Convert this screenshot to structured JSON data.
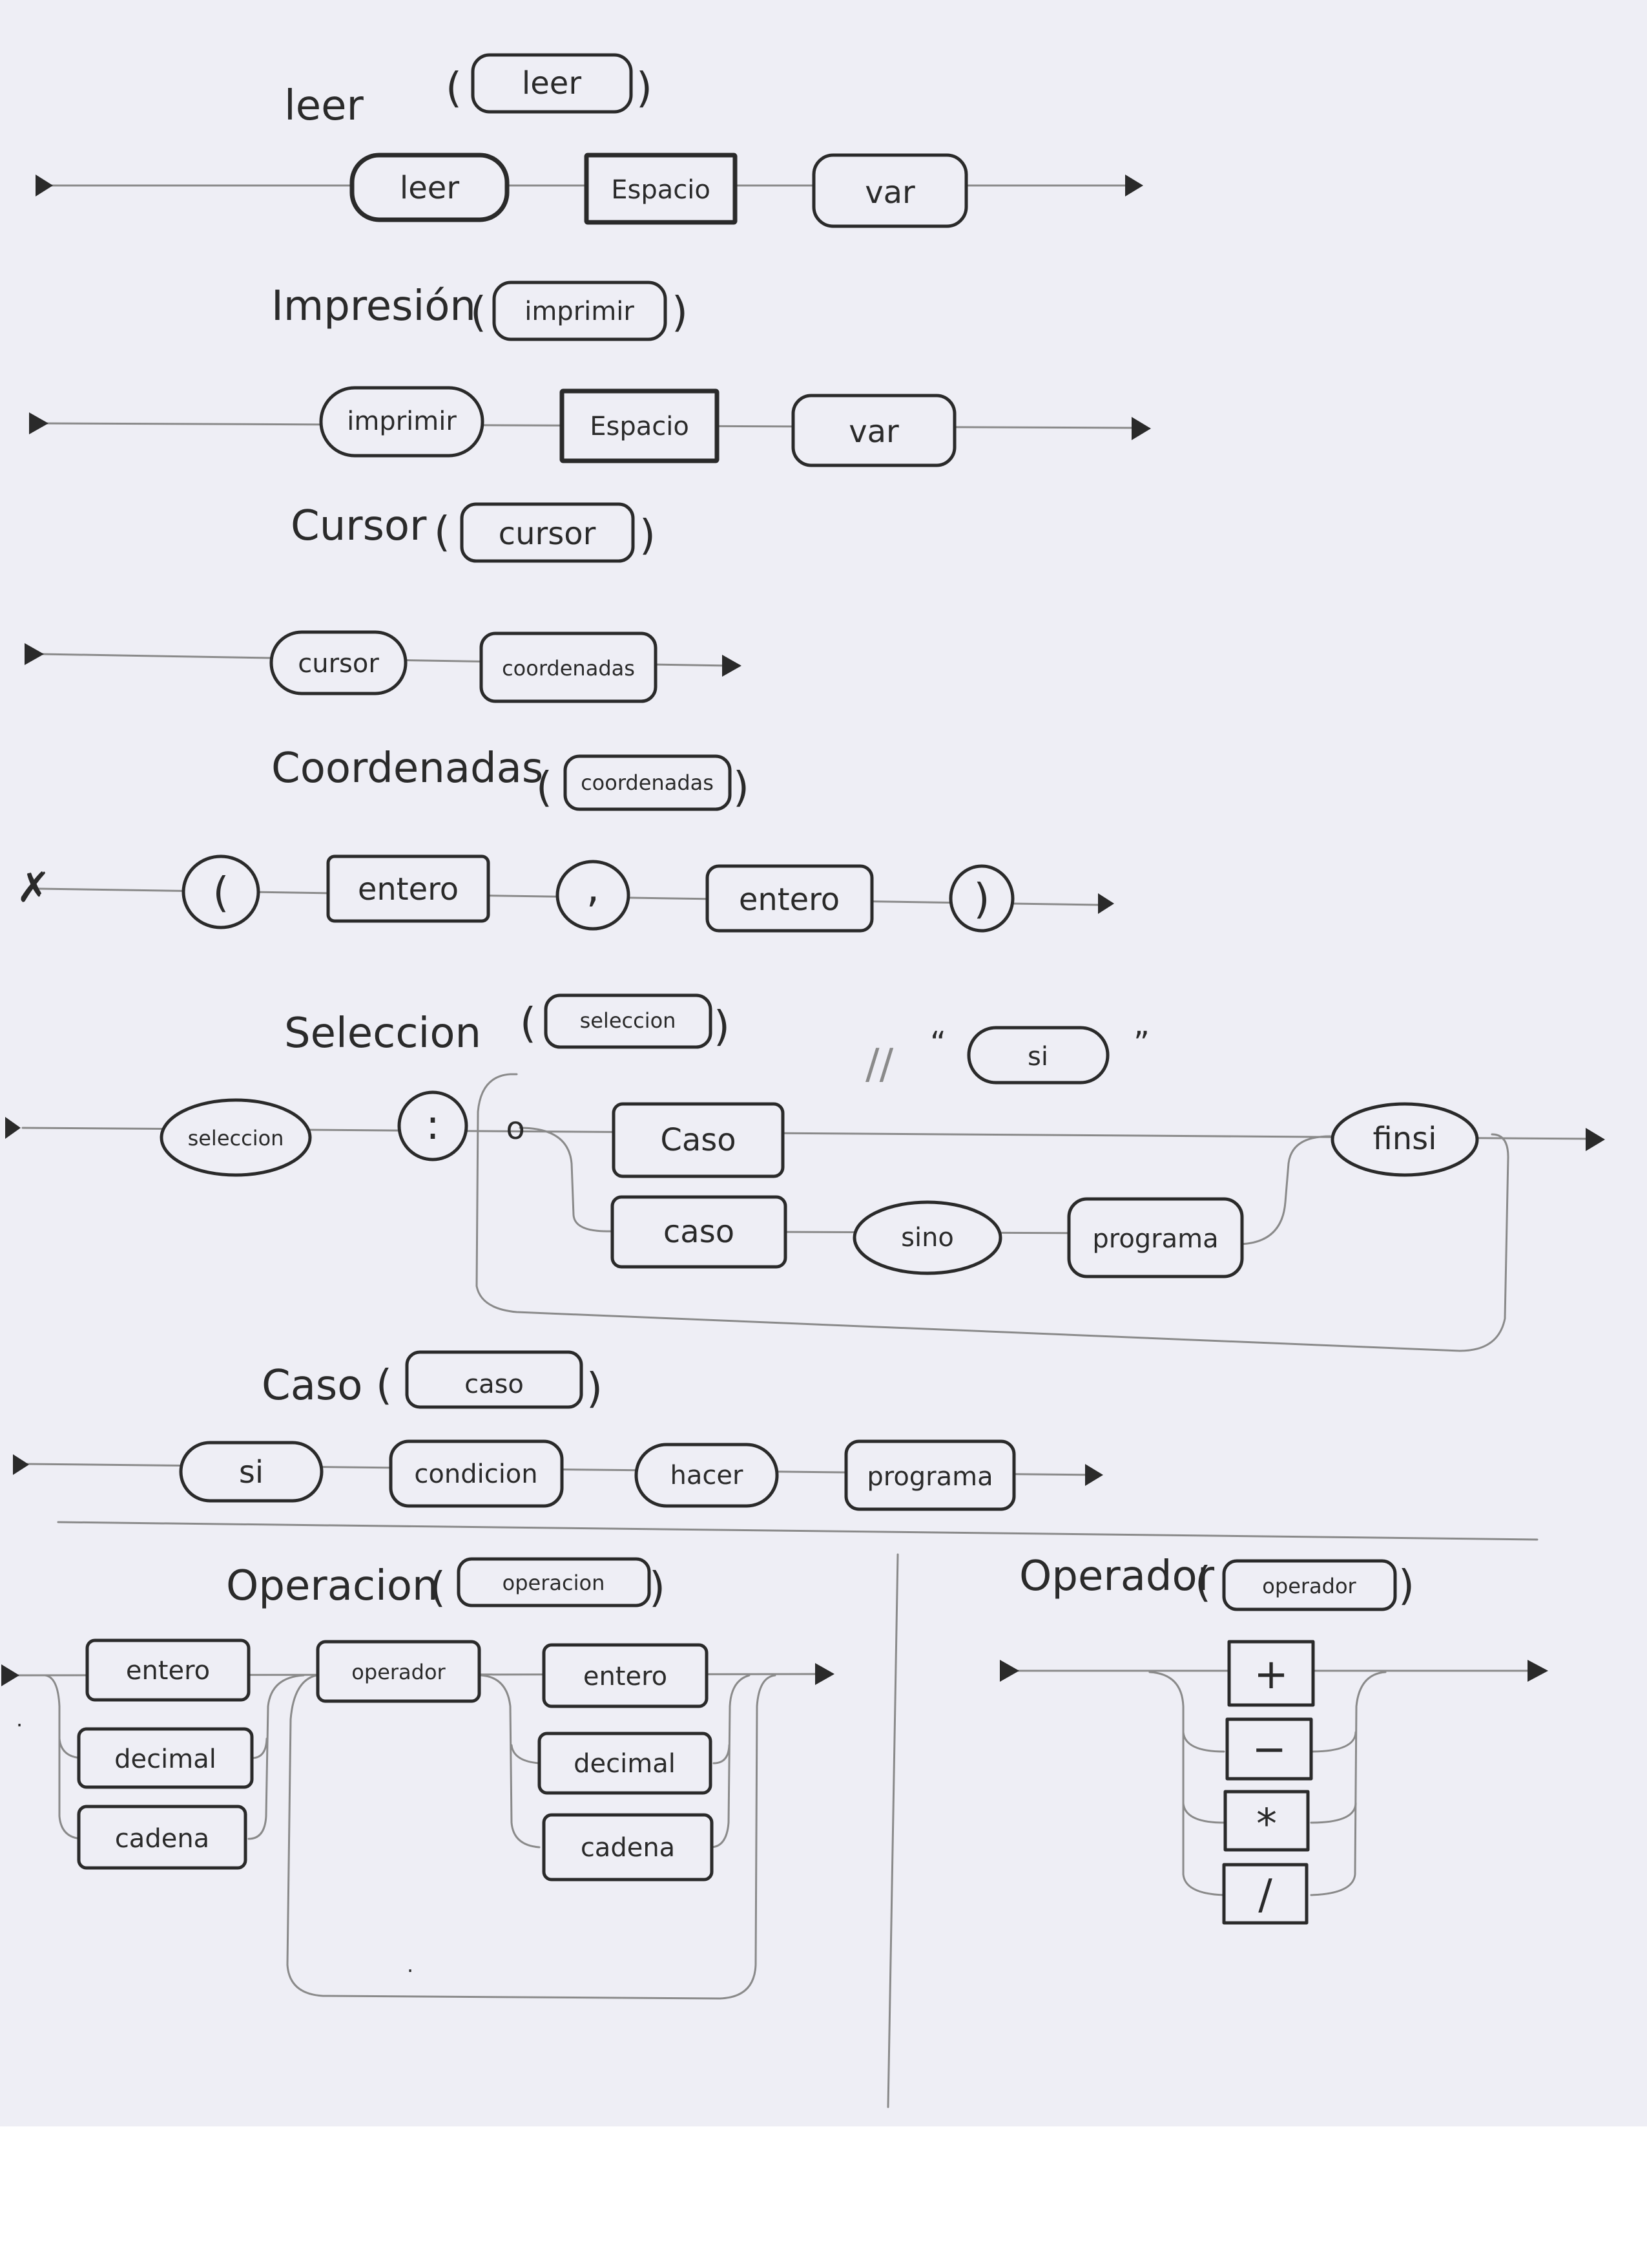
{
  "colors": {
    "paper": "#eeeef5",
    "ink": "#2a2a2a",
    "pencil": "#8a8a8a",
    "bottom_margin": "#ffffff"
  },
  "leer": {
    "title": "leer",
    "ref": "leer",
    "nodes": [
      "leer",
      "Espacio",
      "var"
    ]
  },
  "impresion": {
    "title": "Impresión",
    "ref": "imprimir",
    "nodes": [
      "imprimir",
      "Espacio",
      "var"
    ]
  },
  "cursor": {
    "title": "Cursor",
    "ref": "cursor",
    "nodes": [
      "cursor",
      "coordenadas"
    ]
  },
  "coordenadas": {
    "title": "Coordenadas",
    "ref": "coordenadas",
    "nodes": [
      "(",
      "entero",
      ",",
      "entero",
      ")"
    ]
  },
  "seleccion": {
    "title": "Seleccion",
    "ref": "seleccion",
    "comment_slashes": "//",
    "open_quote": "“",
    "close_quote": "”",
    "comment_node": "si",
    "start_node": "seleccion",
    "colon": ":",
    "junction": "o",
    "branch1_node": "Caso",
    "branch2_nodes": [
      "caso",
      "sino",
      "programa"
    ],
    "end_node": "finsi"
  },
  "caso": {
    "title": "Caso",
    "ref": "caso",
    "nodes": [
      "si",
      "condicion",
      "hacer",
      "programa"
    ]
  },
  "operacion": {
    "title": "Operacion",
    "ref": "operacion",
    "left_nodes": [
      "entero",
      "decimal",
      "cadena"
    ],
    "middle_node": "operador",
    "right_nodes": [
      "entero",
      "decimal",
      "cadena"
    ]
  },
  "operador": {
    "title": "Operador",
    "ref": "operador",
    "symbols": [
      "+",
      "−",
      "*",
      "/"
    ]
  }
}
